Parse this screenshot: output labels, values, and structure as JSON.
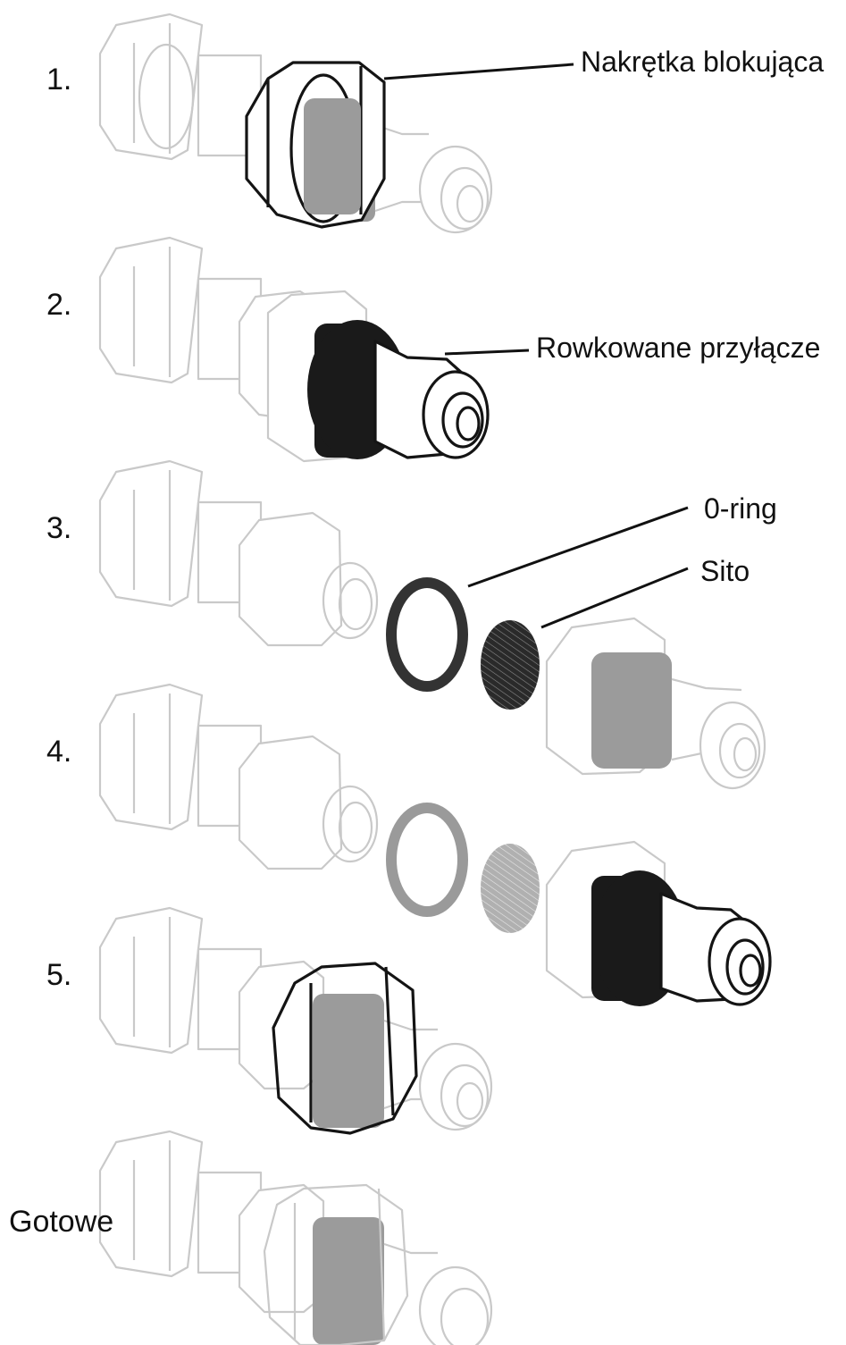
{
  "steps": [
    {
      "number": "1.",
      "callout": "Nakrętka blokująca"
    },
    {
      "number": "2.",
      "callout": "Rowkowane przyłącze"
    },
    {
      "number": "3.",
      "callouts": [
        "0-ring",
        "Sito"
      ]
    },
    {
      "number": "4."
    },
    {
      "number": "5."
    },
    {
      "number": "Gotowe"
    }
  ],
  "colors": {
    "outline_light": "#c9c9c9",
    "outline_dark": "#141414",
    "thread_gray": "#9b9b9b",
    "thread_black": "#1a1a1a",
    "oring_dark": "#333333",
    "oring_light": "#9a9a9a",
    "screen_dark": "#2a2a2a",
    "screen_light": "#b0b0b0"
  }
}
